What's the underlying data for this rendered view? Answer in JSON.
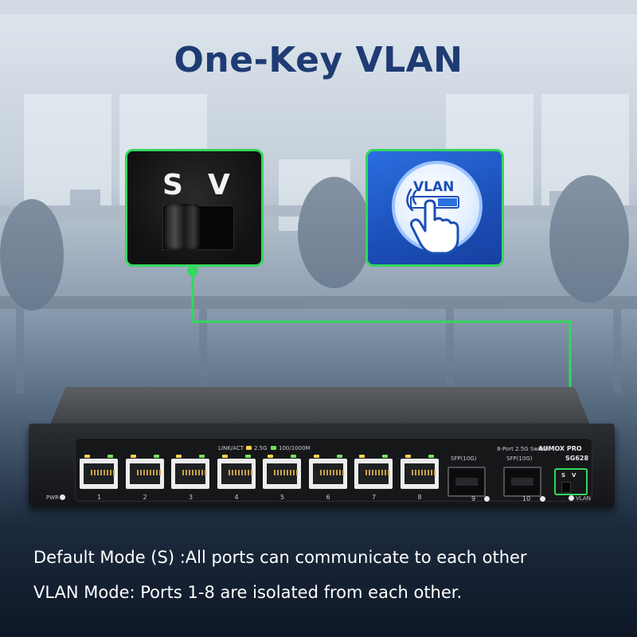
{
  "title": "One-Key VLAN",
  "callout_switch": {
    "s_label": "S",
    "v_label": "V"
  },
  "callout_vlan": {
    "icon_label": "VLAN"
  },
  "device": {
    "legend": {
      "link_act": "LINK/ACT",
      "speed_25": "2.5G",
      "speed_1000": "100/1000M"
    },
    "model_desc": "8-Port 2.5G Switch",
    "brand": "AUMOX PRO",
    "model": "SG628",
    "pwr_label": "PWR",
    "vlan_label": "VLAN",
    "rj45_ports": [
      "1",
      "2",
      "3",
      "4",
      "5",
      "6",
      "7",
      "8"
    ],
    "sfp_ports": [
      {
        "num": "9",
        "label": "SFP(10G)"
      },
      {
        "num": "10",
        "label": "SFP(10G)"
      }
    ],
    "switch": {
      "s_label": "S",
      "v_label": "V"
    }
  },
  "caption_line1": "Default Mode (S) :All ports can communicate to each other",
  "caption_line2": "VLAN Mode: Ports 1-8 are isolated from each other.",
  "colors": {
    "title": "#1f3b73",
    "accent_green": "#35d75e",
    "vlan_blue": "#1b4fb8"
  }
}
